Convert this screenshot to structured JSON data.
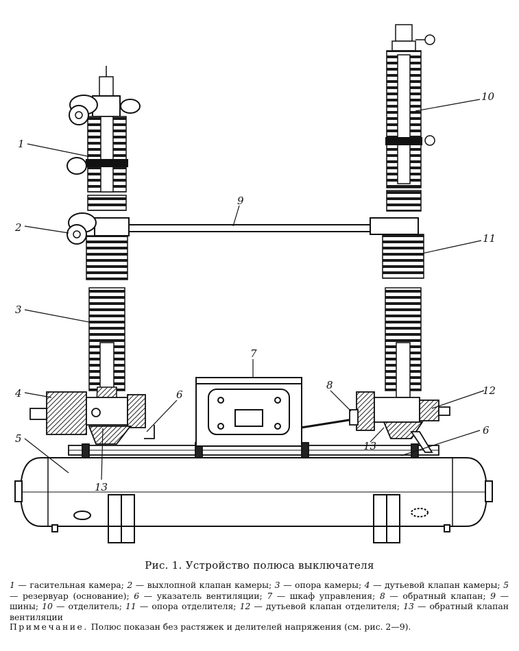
{
  "figure": {
    "labels": [
      "1",
      "2",
      "3",
      "4",
      "5",
      "6",
      "7",
      "8",
      "9",
      "10",
      "11",
      "12",
      "13"
    ],
    "labels_dup": [
      "6",
      "13"
    ]
  },
  "caption": "Рис. 1. Устройство полюса выключателя",
  "legend": [
    {
      "num": "1",
      "text": " — гасительная камера; "
    },
    {
      "num": "2",
      "text": " — выхлопной клапан камеры; "
    },
    {
      "num": "3",
      "text": " — опора камеры; "
    },
    {
      "num": "4",
      "text": " — дутьевой клапан камеры; "
    },
    {
      "num": "5",
      "text": " — резервуар (основание); "
    },
    {
      "num": "6",
      "text": " — указатель вентиляции; "
    },
    {
      "num": "7",
      "text": " — шкаф управления; "
    },
    {
      "num": "8",
      "text": " — обратный клапан; "
    },
    {
      "num": "9",
      "text": " — шины; "
    },
    {
      "num": "10",
      "text": " — отделитель; "
    },
    {
      "num": "11",
      "text": " — опора отделителя; "
    },
    {
      "num": "12",
      "text": " — дутьевой клапан отделителя; "
    },
    {
      "num": "13",
      "text": " — обратный клапан вентиляции"
    }
  ],
  "note": {
    "head": "Примечание.",
    "text": " Полюс показан без растяжек и делителей напряжения (см. рис. 2—9)."
  }
}
